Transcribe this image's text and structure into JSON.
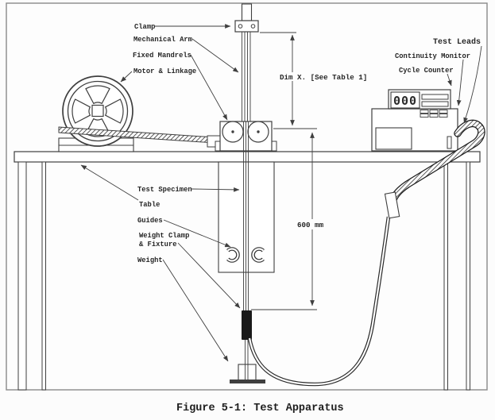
{
  "figure": {
    "caption": "Figure 5-1: Test Apparatus",
    "counter_display": "000",
    "dimensions": {
      "dim_x": "Dim X. [See Table 1]",
      "drop_length": "600 mm"
    },
    "labels": {
      "clamp": "Clamp",
      "mechanical_arm": "Mechanical Arm",
      "fixed_mandrels": "Fixed Mandrels",
      "motor_linkage": "Motor & Linkage",
      "test_specimen": "Test Specimen",
      "table": "Table",
      "guides": "Guides",
      "weight_clamp_line1": "Weight Clamp",
      "weight_clamp_line2": "& Fixture",
      "weight": "Weight",
      "test_leads": "Test Leads",
      "continuity_monitor": "Continuity Monitor",
      "cycle_counter": "Cycle Counter"
    },
    "colors": {
      "line": "#3f3f3f",
      "text": "#262626",
      "background": "#fcfcfc"
    }
  }
}
